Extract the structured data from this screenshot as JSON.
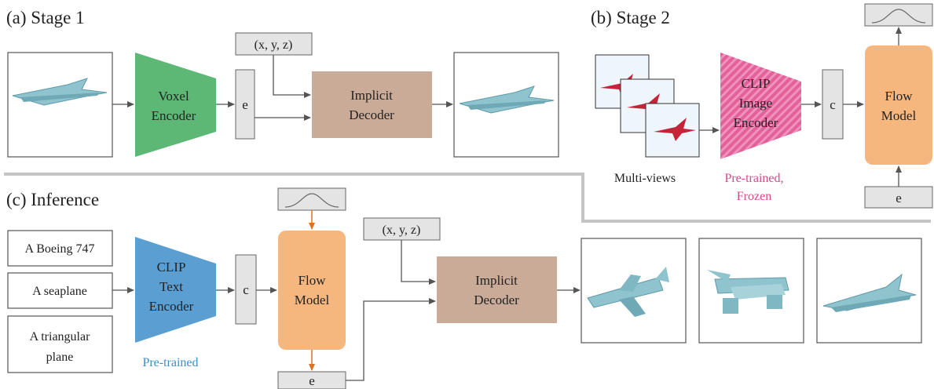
{
  "stage1": {
    "title": "(a) Stage 1",
    "coords": "(x, y, z)",
    "encoder": [
      "Voxel",
      "Encoder"
    ],
    "latent": "e",
    "decoder": [
      "Implicit",
      "Decoder"
    ]
  },
  "stage2": {
    "title": "(b) Stage 2",
    "encoder": [
      "CLIP",
      "Image",
      "Encoder"
    ],
    "cond": "c",
    "flow": [
      "Flow",
      "Model"
    ],
    "latent": "e",
    "views_caption": "Multi-views",
    "frozen_caption": [
      "Pre-trained,",
      "Frozen"
    ]
  },
  "inference": {
    "title": "(c) Inference",
    "prompts": [
      "A Boeing 747",
      "A seaplane",
      [
        "A triangular",
        "plane"
      ]
    ],
    "encoder": [
      "CLIP",
      "Text",
      "Encoder"
    ],
    "cond": "c",
    "flow": [
      "Flow",
      "Model"
    ],
    "latent": "e",
    "coords": "(x, y, z)",
    "decoder": [
      "Implicit",
      "Decoder"
    ],
    "pretrained_caption": "Pre-trained"
  },
  "colors": {
    "voxel_encoder": "#5cb874",
    "implicit_decoder": "#c9ab97",
    "clip_image_encoder": "#e3609a",
    "flow_model": "#f6b77f",
    "clip_text_encoder": "#5b9fd2",
    "pink_text": "#d9478a",
    "blue_text": "#3a8fc9",
    "small_box": "#e4e4e4",
    "divider": "#c4c4c4",
    "sample_arrow": "#e07020"
  }
}
